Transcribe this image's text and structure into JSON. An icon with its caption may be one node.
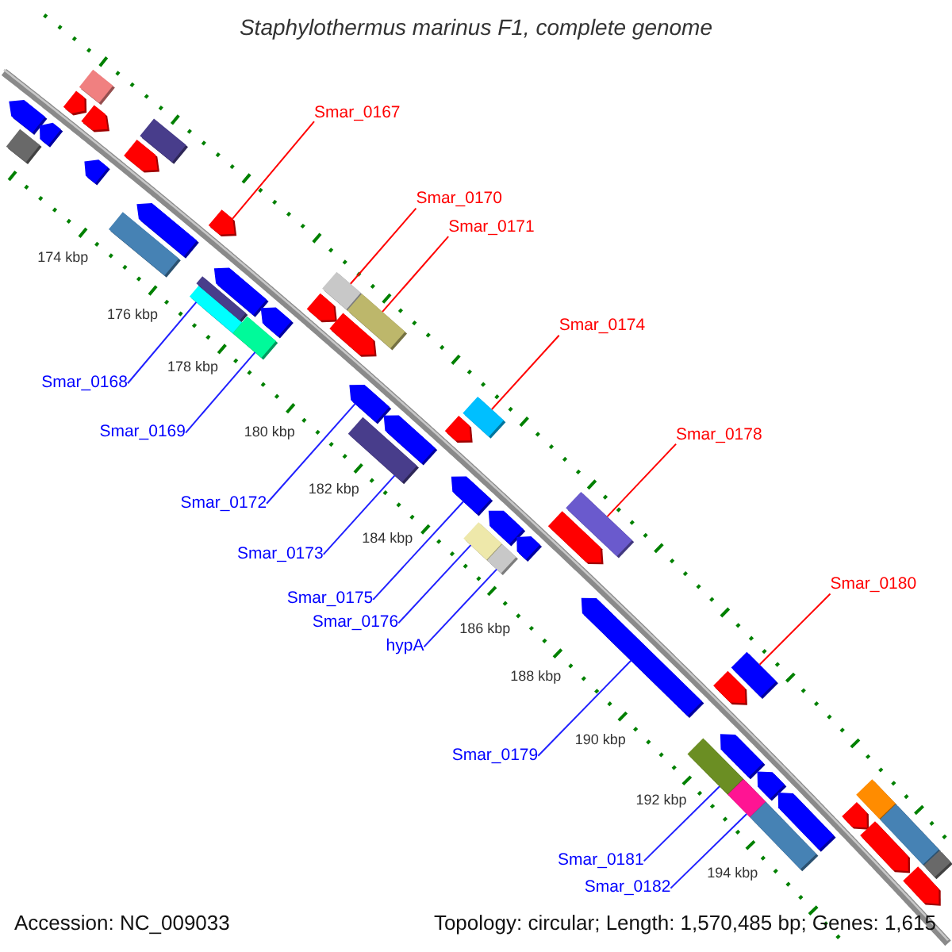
{
  "diagram": {
    "title": "Staphylothermus marinus F1, complete genome",
    "nodes": [
      {
        "text": [
          "Smar_0167"
        ]
      },
      {
        "text": [
          "Smar_0170"
        ]
      },
      {
        "text": [
          "Smar_0171"
        ]
      },
      {
        "text": [
          "Smar_0174"
        ]
      },
      {
        "text": [
          "Smar_0168"
        ]
      },
      {
        "text": [
          "Smar_0169"
        ]
      },
      {
        "text": [
          "Smar_0178"
        ]
      },
      {
        "text": [
          "Smar_0172"
        ]
      },
      {
        "text": [
          "Smar_0173"
        ]
      },
      {
        "text": [
          "Smar_0180"
        ]
      },
      {
        "text": [
          "Smar_0175"
        ]
      },
      {
        "text": [
          "Smar_0176"
        ]
      },
      {
        "text": [
          "hypA"
        ]
      },
      {
        "text": [
          "Smar_0179"
        ]
      },
      {
        "text": [
          "Smar_0181"
        ]
      },
      {
        "text": [
          "Smar_0182"
        ]
      },
      {
        "text": [],
        "shape": "box"
      },
      {
        "text": [],
        "shape": "pentagon"
      },
      {
        "text": [],
        "shape": "pentagon"
      },
      {
        "text": [],
        "shape": "pentagon"
      },
      {
        "text": [],
        "shape": "pentagon"
      },
      {
        "text": [],
        "shape": "pentagon"
      },
      {
        "text": [],
        "shape": "box"
      },
      {
        "text": [],
        "shape": "box"
      },
      {
        "text": [],
        "shape": "pentagon"
      },
      {
        "text": [],
        "shape": "pentagon"
      },
      {
        "text": [],
        "shape": "box"
      },
      {
        "text": [],
        "shape": "box"
      },
      {
        "text": [],
        "shape": "box"
      },
      {
        "text": [],
        "shape": "pentagon"
      },
      {
        "text": [],
        "shape": "pentagon"
      },
      {
        "text": [],
        "shape": "box"
      },
      {
        "text": [],
        "shape": "pentagon"
      },
      {
        "text": [],
        "shape": "pentagon"
      },
      {
        "text": [],
        "shape": "box"
      },
      {
        "text": [],
        "shape": "pentagon"
      },
      {
        "text": [],
        "shape": "pentagon"
      },
      {
        "text": [],
        "shape": "box"
      },
      {
        "text": [],
        "shape": "box"
      },
      {
        "text": [],
        "shape": "pentagon"
      },
      {
        "text": [],
        "shape": "pentagon"
      },
      {
        "text": [],
        "shape": "pentagon"
      },
      {
        "text": [],
        "shape": "box"
      },
      {
        "text": [],
        "shape": "box"
      },
      {
        "text": [],
        "shape": "box"
      },
      {
        "text": [],
        "shape": "pentagon"
      },
      {
        "text": [],
        "shape": "pentagon"
      },
      {
        "text": [],
        "shape": "pentagon"
      },
      {
        "text": [],
        "shape": "box"
      },
      {
        "text": [],
        "shape": "pentagon"
      },
      {
        "text": [],
        "shape": "box"
      },
      {
        "text": [],
        "shape": "pentagon"
      },
      {
        "text": [],
        "shape": "pentagon"
      },
      {
        "text": [],
        "shape": "box"
      },
      {
        "text": [],
        "shape": "box"
      },
      {
        "text": [],
        "shape": "pentagon"
      },
      {
        "text": [],
        "shape": "box"
      },
      {
        "text": [],
        "shape": "pentagon"
      },
      {
        "text": [],
        "shape": "pentagon"
      },
      {
        "text": [],
        "shape": "box"
      },
      {
        "text": [],
        "shape": "pentagon"
      },
      {
        "text": [],
        "shape": "box"
      },
      {
        "text": [],
        "shape": "pentagon"
      },
      {
        "text": [],
        "shape": "box"
      }
    ],
    "edges": [
      {
        "from": 0,
        "to": 29,
        "arrow": "none",
        "color": "#ff0000"
      },
      {
        "from": 1,
        "to": 34,
        "arrow": "none",
        "color": "#ff0000"
      },
      {
        "from": 2,
        "to": 37,
        "arrow": "none",
        "color": "#ff0000"
      },
      {
        "from": 3,
        "to": 42,
        "arrow": "none",
        "color": "#ff0000"
      },
      {
        "from": 4,
        "to": 27,
        "arrow": "none"
      },
      {
        "from": 5,
        "to": 31,
        "arrow": "none"
      },
      {
        "from": 6,
        "to": 48,
        "arrow": "none",
        "color": "#ff0000"
      },
      {
        "from": 7,
        "to": 36,
        "arrow": "none"
      },
      {
        "from": 8,
        "to": 38,
        "arrow": "none"
      },
      {
        "from": 9,
        "to": 53,
        "arrow": "none",
        "color": "#ff0000"
      },
      {
        "from": 10,
        "to": 41,
        "arrow": "none"
      },
      {
        "from": 11,
        "to": 43,
        "arrow": "none"
      },
      {
        "from": 12,
        "to": 44,
        "arrow": "none"
      },
      {
        "from": 13,
        "to": 49,
        "arrow": "none"
      },
      {
        "from": 14,
        "to": 50,
        "arrow": "none"
      },
      {
        "from": 15,
        "to": 54,
        "arrow": "none"
      }
    ],
    "labels": [
      "174 kbp",
      "176 kbp",
      "178 kbp",
      "180 kbp",
      "182 kbp",
      "184 kbp",
      "186 kbp",
      "188 kbp",
      "190 kbp",
      "192 kbp",
      "194 kbp",
      "Accession: NC_009033",
      "Topology: circular; Length: 1,570,485 bp; Genes: 1,615"
    ]
  }
}
